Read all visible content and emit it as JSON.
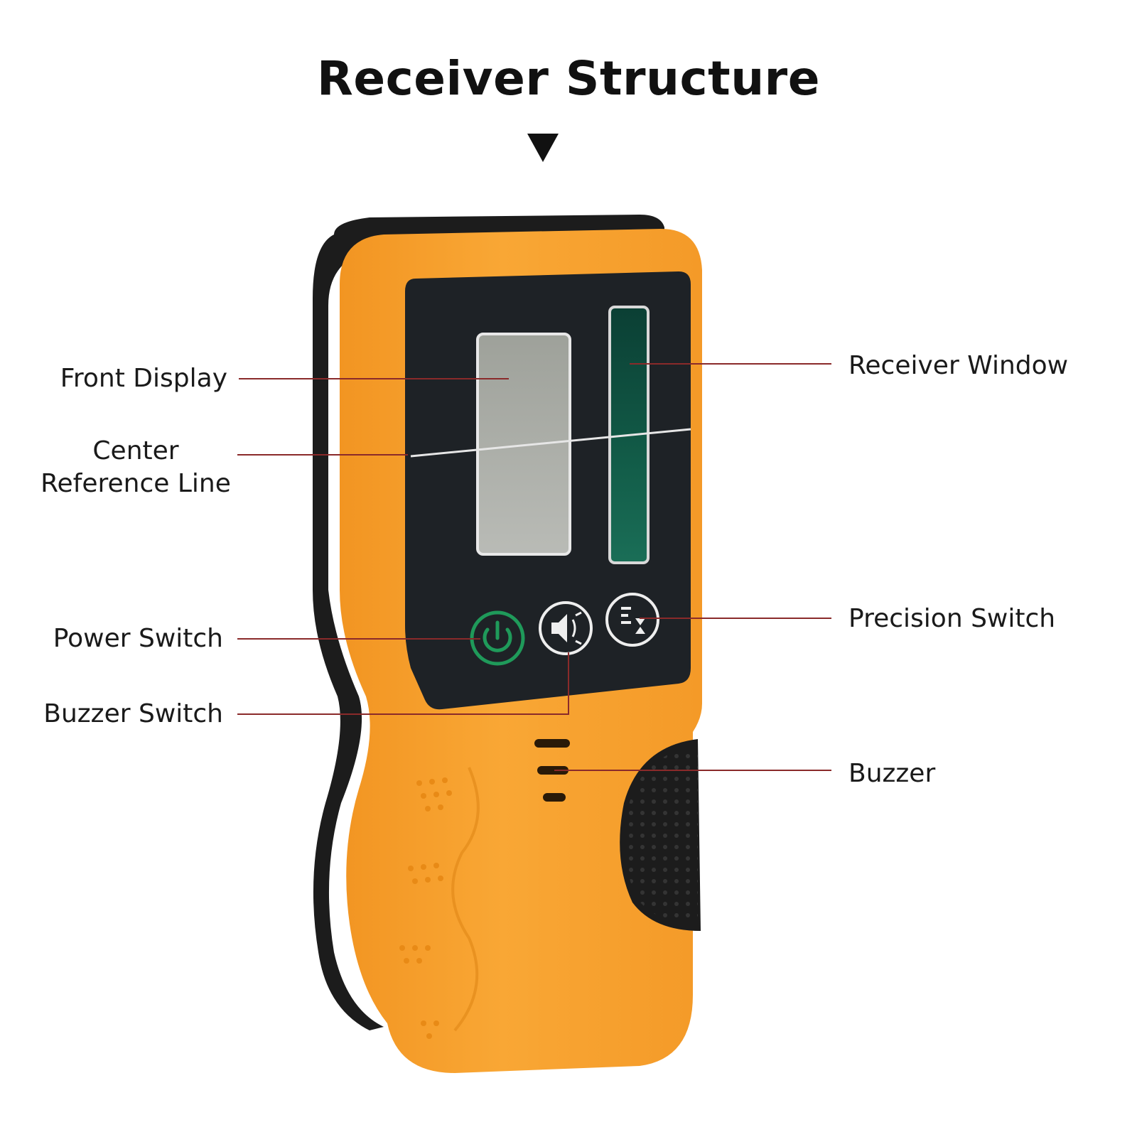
{
  "title": "Receiver Structure",
  "colors": {
    "body_orange": "#f7a030",
    "rubber_black": "#1c1c1c",
    "panel_black": "#1e2226",
    "lcd_gray": "#a7aaa3",
    "window_green": "#0f5a46",
    "power_green": "#1f9a5a",
    "leader_line": "#8a2a2a"
  },
  "icons": [
    "down-arrow-icon",
    "power-icon",
    "speaker-icon",
    "precision-icon"
  ],
  "labels": {
    "front_display": "Front Display",
    "center_line_1": "Center",
    "center_line_2": "Reference Line",
    "power_switch": "Power Switch",
    "buzzer_switch": "Buzzer Switch",
    "receiver_window": "Receiver Window",
    "precision_switch": "Precision Switch",
    "buzzer": "Buzzer"
  }
}
